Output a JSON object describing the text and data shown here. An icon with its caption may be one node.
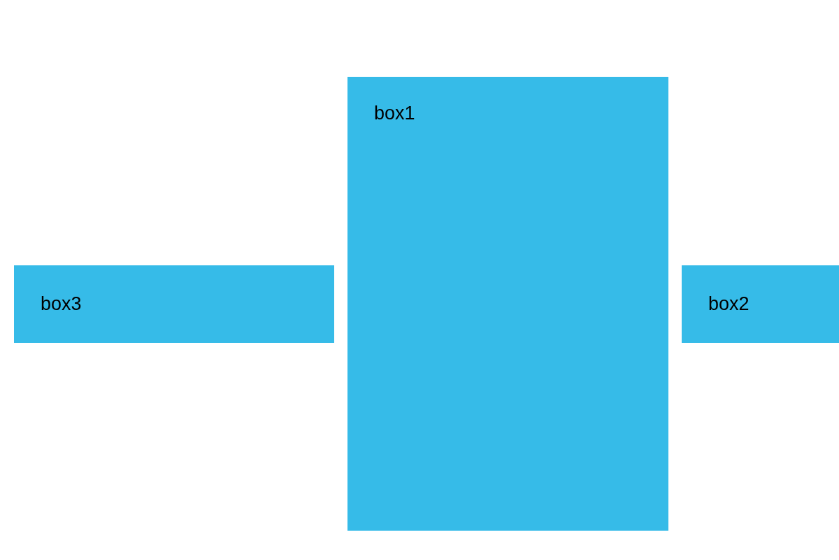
{
  "diagram": {
    "nodes": [
      {
        "text": [
          "box3"
        ]
      },
      {
        "text": [
          "box1"
        ]
      },
      {
        "text": [
          "box2"
        ]
      }
    ]
  }
}
